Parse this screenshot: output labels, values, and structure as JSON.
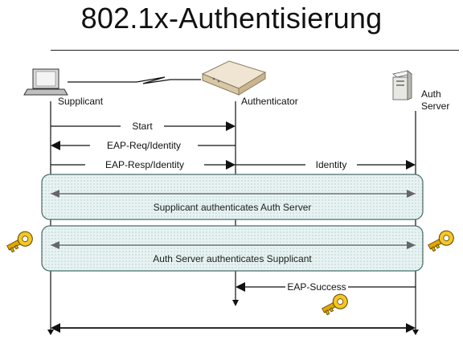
{
  "title": "802.1x-Authentisierung",
  "actors": {
    "supplicant": "Supplicant",
    "authenticator": "Authenticator",
    "server_line1": "Auth",
    "server_line2": "Server"
  },
  "messages": {
    "start": "Start",
    "eap_req": "EAP-Req/Identity",
    "eap_resp": "EAP-Resp/Identity",
    "identity": "Identity",
    "band1": "Supplicant authenticates Auth Server",
    "band2": "Auth Server authenticates Supplicant",
    "eap_success": "EAP-Success"
  },
  "icons": {
    "laptop": "laptop-icon",
    "router": "access-point-icon",
    "server": "server-tower-icon",
    "key": "key-icon"
  },
  "colors": {
    "band_fill": "#dcefee",
    "band_stroke": "#4a6b6b",
    "key_gold": "#f2b705",
    "line": "#111111"
  }
}
